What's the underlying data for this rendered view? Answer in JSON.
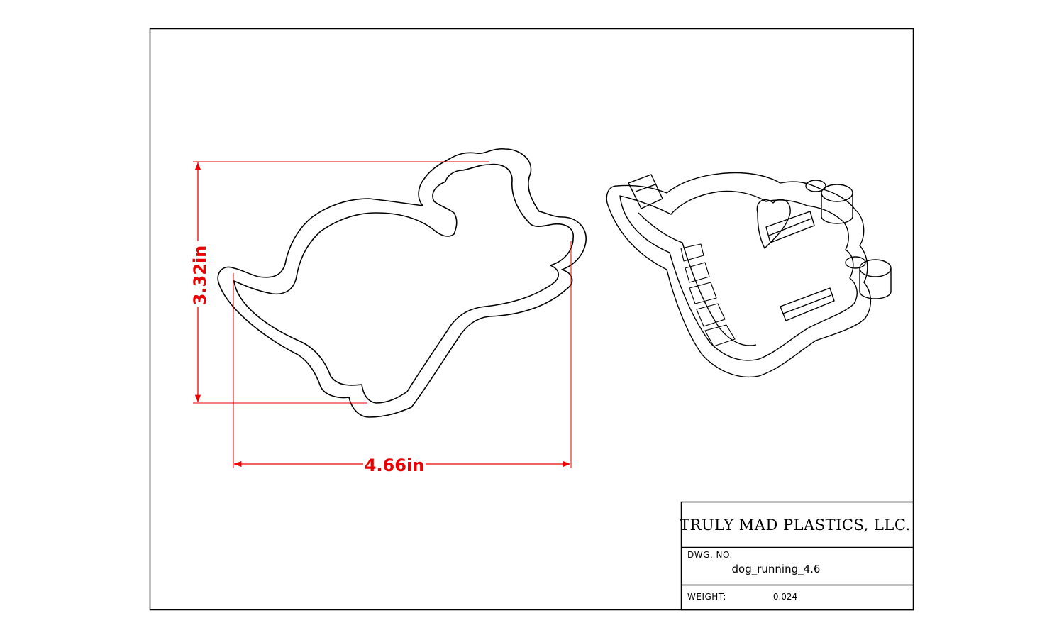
{
  "dimensions": {
    "height_label": "3.32in",
    "width_label": "4.66in",
    "color": "#ee0000"
  },
  "title_block": {
    "company": "TRULY MAD PLASTICS, LLC.",
    "dwg_no_label": "DWG. NO.",
    "dwg_no_value": "dog_running_4.6",
    "weight_label": "WEIGHT:",
    "weight_value": "0.024"
  }
}
